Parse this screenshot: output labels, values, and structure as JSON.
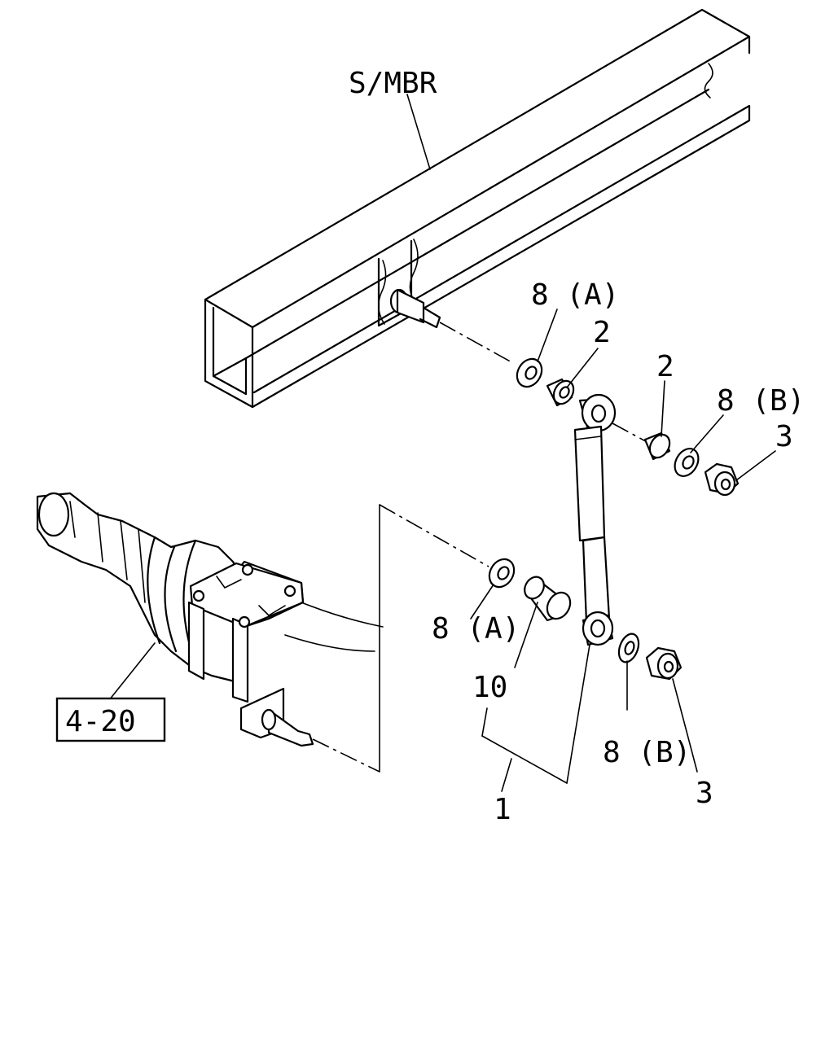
{
  "labels": {
    "side_member": "S/MBR",
    "washer_a_top": "8 (A)",
    "bushing_top": "2",
    "bushing_top_right": "2",
    "washer_b_top": "8 (B)",
    "nut_top": "3",
    "washer_a_bottom": "8 (A)",
    "bushing_bottom": "10",
    "washer_b_bottom": "8 (B)",
    "nut_bottom": "3",
    "absorber_assy": "1",
    "axle_ref": "4-20"
  }
}
